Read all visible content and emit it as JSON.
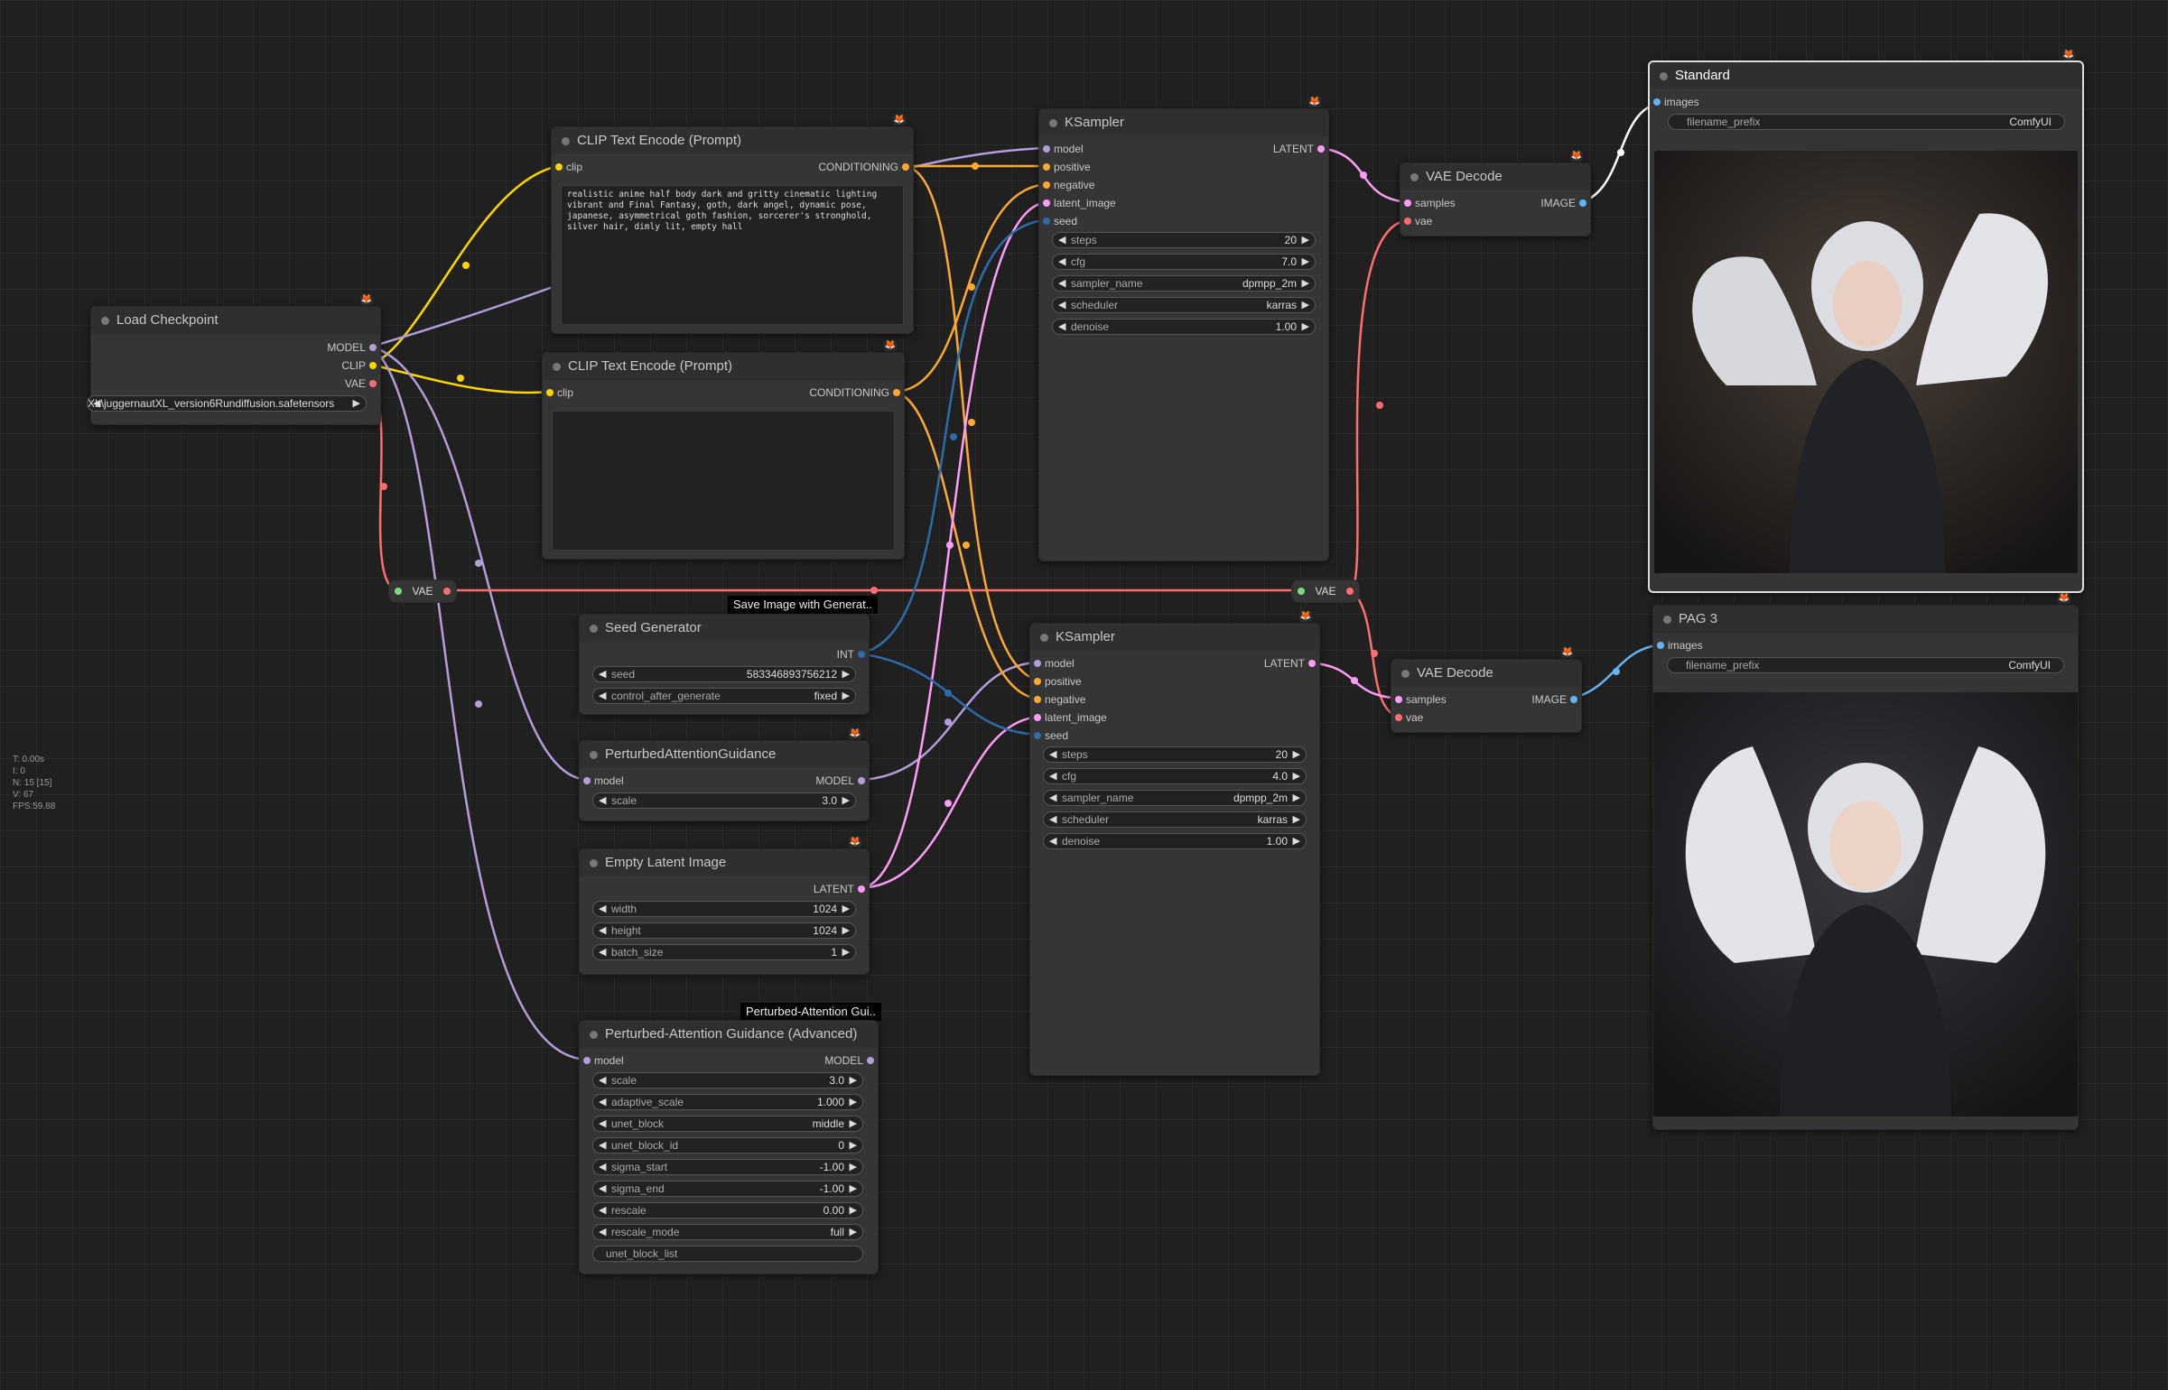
{
  "stats": [
    "T: 0.00s",
    "I: 0",
    "N: 15 [15]",
    "V: 67",
    "FPS:59.88"
  ],
  "colors": {
    "model": "#b39ddb",
    "clip": "#ffd500",
    "vae": "#ff6e6e",
    "conditioning": "#ffa931",
    "latent": "#ff9cf9",
    "image": "#64b5f6",
    "int": "#2c6ca8"
  },
  "group_tags": {
    "save_image": "Save Image with Generat..",
    "perturbed": "Perturbed-Attention Gui.."
  },
  "load_checkpoint": {
    "title": "Load Checkpoint",
    "outputs": [
      "MODEL",
      "CLIP",
      "VAE"
    ],
    "ckpt_name": "XL\\juggernautXL_version6Rundiffusion.safetensors"
  },
  "clip_pos": {
    "title": "CLIP Text Encode (Prompt)",
    "input": "clip",
    "output": "CONDITIONING",
    "text": "realistic anime half body dark and gritty cinematic lighting vibrant and Final Fantasy, goth, dark angel, dynamic pose, japanese, asymmetrical goth fashion, sorcerer's stronghold, silver hair, dimly lit, empty hall"
  },
  "clip_neg": {
    "title": "CLIP Text Encode (Prompt)",
    "input": "clip",
    "output": "CONDITIONING",
    "text": ""
  },
  "reroute_left": "VAE",
  "reroute_right": "VAE",
  "seed_gen": {
    "title": "Seed Generator",
    "output": "INT",
    "seed_label": "seed",
    "seed_value": "583346893756212",
    "cag_label": "control_after_generate",
    "cag_value": "fixed"
  },
  "pag": {
    "title": "PerturbedAttentionGuidance",
    "input": "model",
    "output": "MODEL",
    "scale_label": "scale",
    "scale_value": "3.0"
  },
  "empty_latent": {
    "title": "Empty Latent Image",
    "output": "LATENT",
    "widgets": [
      {
        "label": "width",
        "value": "1024"
      },
      {
        "label": "height",
        "value": "1024"
      },
      {
        "label": "batch_size",
        "value": "1"
      }
    ]
  },
  "pag_adv": {
    "title": "Perturbed-Attention Guidance (Advanced)",
    "input": "model",
    "output": "MODEL",
    "widgets": [
      {
        "label": "scale",
        "value": "3.0"
      },
      {
        "label": "adaptive_scale",
        "value": "1.000"
      },
      {
        "label": "unet_block",
        "value": "middle"
      },
      {
        "label": "unet_block_id",
        "value": "0"
      },
      {
        "label": "sigma_start",
        "value": "-1.00"
      },
      {
        "label": "sigma_end",
        "value": "-1.00"
      },
      {
        "label": "rescale",
        "value": "0.00"
      },
      {
        "label": "rescale_mode",
        "value": "full"
      }
    ],
    "text_field": "unet_block_list"
  },
  "ksampler1": {
    "title": "KSampler",
    "inputs": [
      "model",
      "positive",
      "negative",
      "latent_image",
      "seed"
    ],
    "output": "LATENT",
    "widgets": [
      {
        "label": "steps",
        "value": "20"
      },
      {
        "label": "cfg",
        "value": "7.0"
      },
      {
        "label": "sampler_name",
        "value": "dpmpp_2m"
      },
      {
        "label": "scheduler",
        "value": "karras"
      },
      {
        "label": "denoise",
        "value": "1.00"
      }
    ]
  },
  "ksampler2": {
    "title": "KSampler",
    "inputs": [
      "model",
      "positive",
      "negative",
      "latent_image",
      "seed"
    ],
    "output": "LATENT",
    "widgets": [
      {
        "label": "steps",
        "value": "20"
      },
      {
        "label": "cfg",
        "value": "4.0"
      },
      {
        "label": "sampler_name",
        "value": "dpmpp_2m"
      },
      {
        "label": "scheduler",
        "value": "karras"
      },
      {
        "label": "denoise",
        "value": "1.00"
      }
    ]
  },
  "vae_decode1": {
    "title": "VAE Decode",
    "inputs": [
      "samples",
      "vae"
    ],
    "output": "IMAGE"
  },
  "vae_decode2": {
    "title": "VAE Decode",
    "inputs": [
      "samples",
      "vae"
    ],
    "output": "IMAGE"
  },
  "save_standard": {
    "title": "Standard",
    "input": "images",
    "prefix_label": "filename_prefix",
    "prefix_value": "ComfyUI"
  },
  "save_pag": {
    "title": "PAG 3",
    "input": "images",
    "prefix_label": "filename_prefix",
    "prefix_value": "ComfyUI"
  }
}
